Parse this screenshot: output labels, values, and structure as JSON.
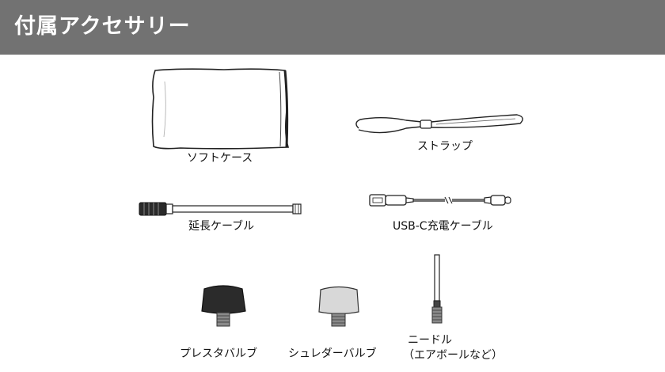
{
  "header": {
    "title": "付属アクセサリー"
  },
  "accessories": [
    {
      "id": "soft-case",
      "label": "ソフトケース"
    },
    {
      "id": "strap",
      "label": "ストラップ"
    },
    {
      "id": "extension-cable",
      "label": "延長ケーブル"
    },
    {
      "id": "usb-c-cable",
      "label": "USB-C充電ケーブル"
    },
    {
      "id": "presta-valve",
      "label": "プレスタバルブ"
    },
    {
      "id": "schrader-valve",
      "label": "シュレダーバルブ"
    },
    {
      "id": "needle",
      "label": "ニードル",
      "sublabel": "（エアボールなど）"
    }
  ]
}
